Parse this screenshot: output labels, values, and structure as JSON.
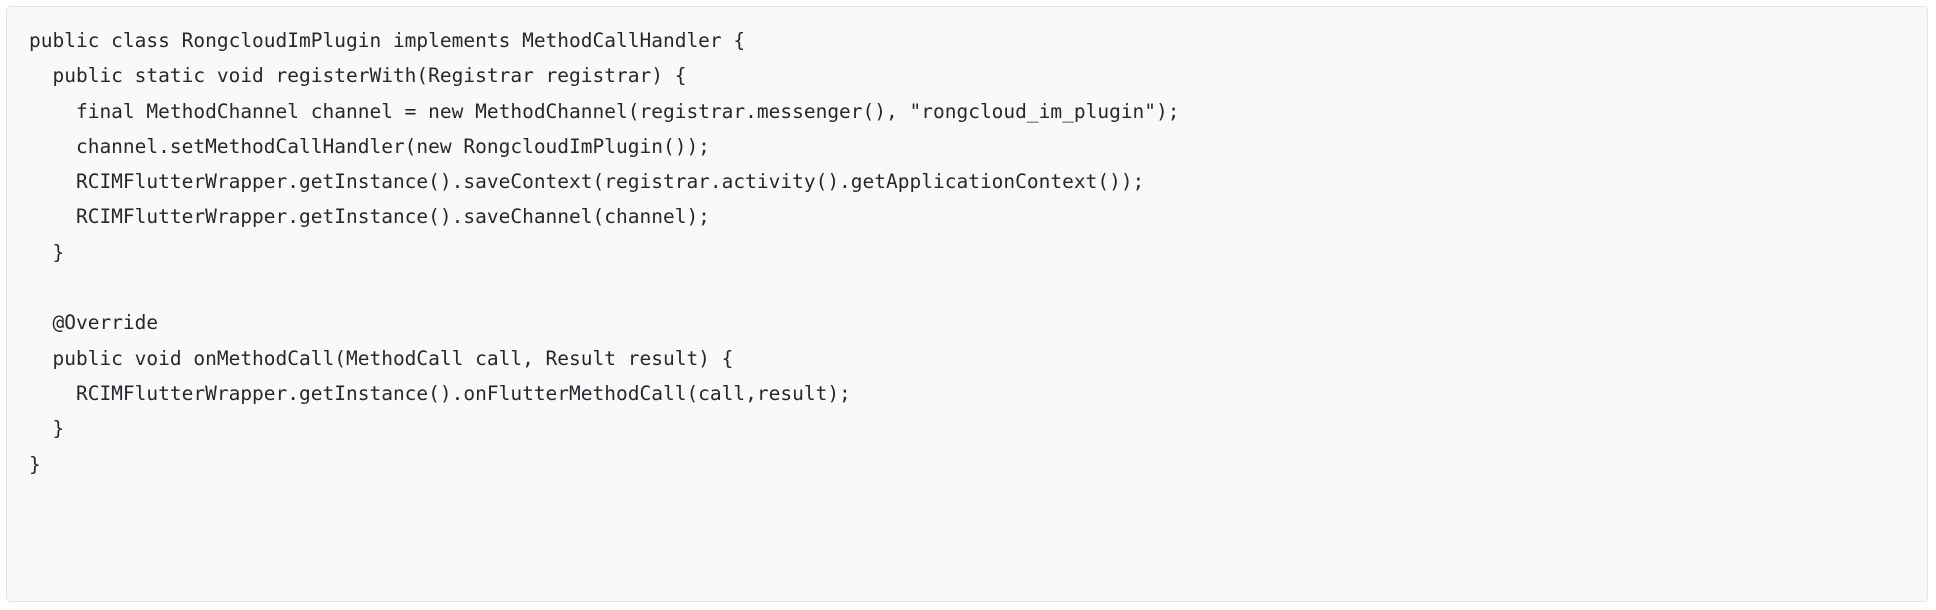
{
  "code_block": {
    "language": "java",
    "background_color": "#f9f9f9",
    "border_color": "#e3e3e6",
    "text_color": "#24292e",
    "lines": [
      "public class RongcloudImPlugin implements MethodCallHandler {",
      "  public static void registerWith(Registrar registrar) {",
      "    final MethodChannel channel = new MethodChannel(registrar.messenger(), \"rongcloud_im_plugin\");",
      "    channel.setMethodCallHandler(new RongcloudImPlugin());",
      "    RCIMFlutterWrapper.getInstance().saveContext(registrar.activity().getApplicationContext());",
      "    RCIMFlutterWrapper.getInstance().saveChannel(channel);",
      "  }",
      "",
      "  @Override",
      "  public void onMethodCall(MethodCall call, Result result) {",
      "    RCIMFlutterWrapper.getInstance().onFlutterMethodCall(call,result);",
      "  }",
      "}"
    ]
  }
}
